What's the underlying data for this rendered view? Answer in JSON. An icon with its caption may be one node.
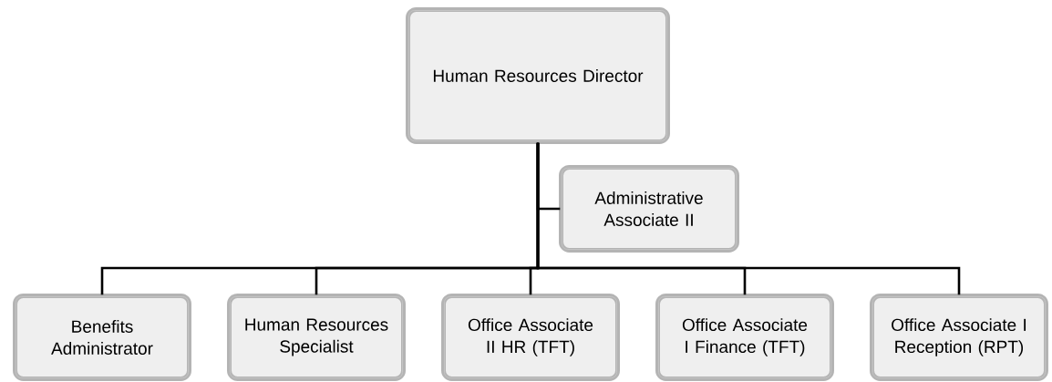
{
  "diagram": {
    "nodes": [
      {
        "text": [
          "Human Resources Director"
        ]
      },
      {
        "text": [
          "Administrative Associate II"
        ]
      },
      {
        "text": [
          "Benefits Administrator"
        ]
      },
      {
        "text": [
          "Human Resources Specialist"
        ]
      },
      {
        "text": [
          "Office Associate II HR (TFT)"
        ]
      },
      {
        "text": [
          "Office Associate I Finance (TFT)"
        ]
      },
      {
        "text": [
          "Office Associate I Reception (RPT)"
        ]
      }
    ],
    "edges": [
      {
        "from": 0,
        "to": 1,
        "arrow": "none"
      },
      {
        "from": 0,
        "to": 2,
        "arrow": "none"
      },
      {
        "from": 0,
        "to": 3,
        "arrow": "none"
      },
      {
        "from": 0,
        "to": 4,
        "arrow": "none"
      },
      {
        "from": 0,
        "to": 5,
        "arrow": "none"
      },
      {
        "from": 0,
        "to": 6,
        "arrow": "none"
      }
    ]
  }
}
